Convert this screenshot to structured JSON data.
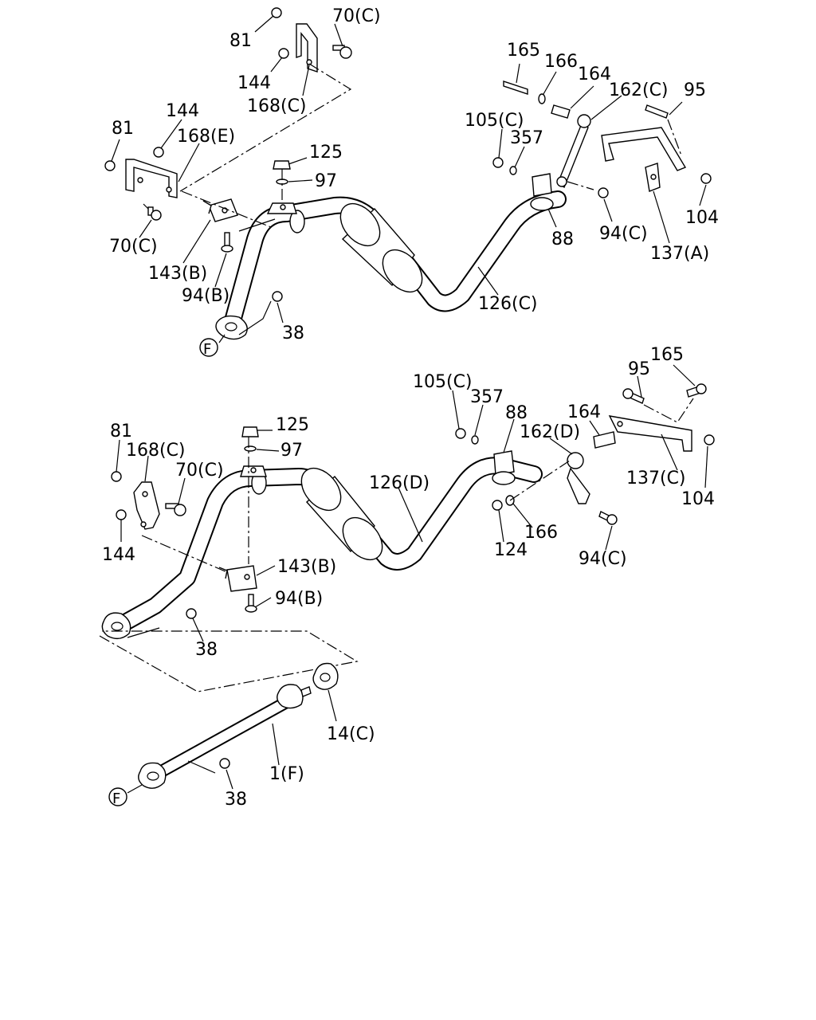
{
  "labels": {
    "p81_top": "81",
    "p70c_top": "70(C)",
    "p144_top": "144",
    "p168c_top": "168(C)",
    "p144_left": "144",
    "p168e": "168(E)",
    "p81_left": "81",
    "p70c_left": "70(C)",
    "p125_top": "125",
    "p97_top": "97",
    "p143b_top": "143(B)",
    "p94b_top": "94(B)",
    "p38_top": "38",
    "pF_top": "F",
    "p165_top": "165",
    "p166_top": "166",
    "p164_top": "164",
    "p162c": "162(C)",
    "p95_top": "95",
    "p105c_top": "105(C)",
    "p357_top": "357",
    "p88_top": "88",
    "p94c_top": "94(C)",
    "p137a": "137(A)",
    "p104_top": "104",
    "p126c": "126(C)",
    "p105c_mid": "105(C)",
    "p357_mid": "357",
    "p88_mid": "88",
    "p162d": "162(D)",
    "p164_mid": "164",
    "p95_mid": "95",
    "p165_mid": "165",
    "p137c": "137(C)",
    "p104_mid": "104",
    "p126d": "126(D)",
    "p124": "124",
    "p166_mid": "166",
    "p94c_mid": "94(C)",
    "p81_mid": "81",
    "p168c_mid": "168(C)",
    "p70c_mid": "70(C)",
    "p144_mid": "144",
    "p125_mid": "125",
    "p97_mid": "97",
    "p143b_mid": "143(B)",
    "p94b_mid": "94(B)",
    "p38_mid": "38",
    "p14c": "14(C)",
    "p1f": "1(F)",
    "p38_bot": "38",
    "pF_bot": "F"
  }
}
